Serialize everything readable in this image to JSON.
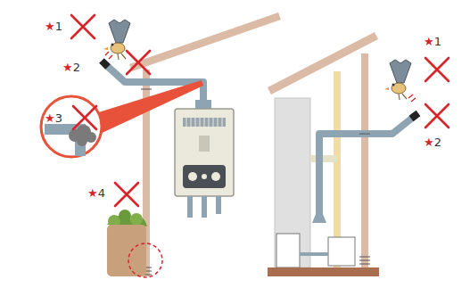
{
  "diagram": {
    "labels": [
      "★1",
      "★2",
      "★3",
      "★4",
      "★1",
      "★2"
    ]
  }
}
